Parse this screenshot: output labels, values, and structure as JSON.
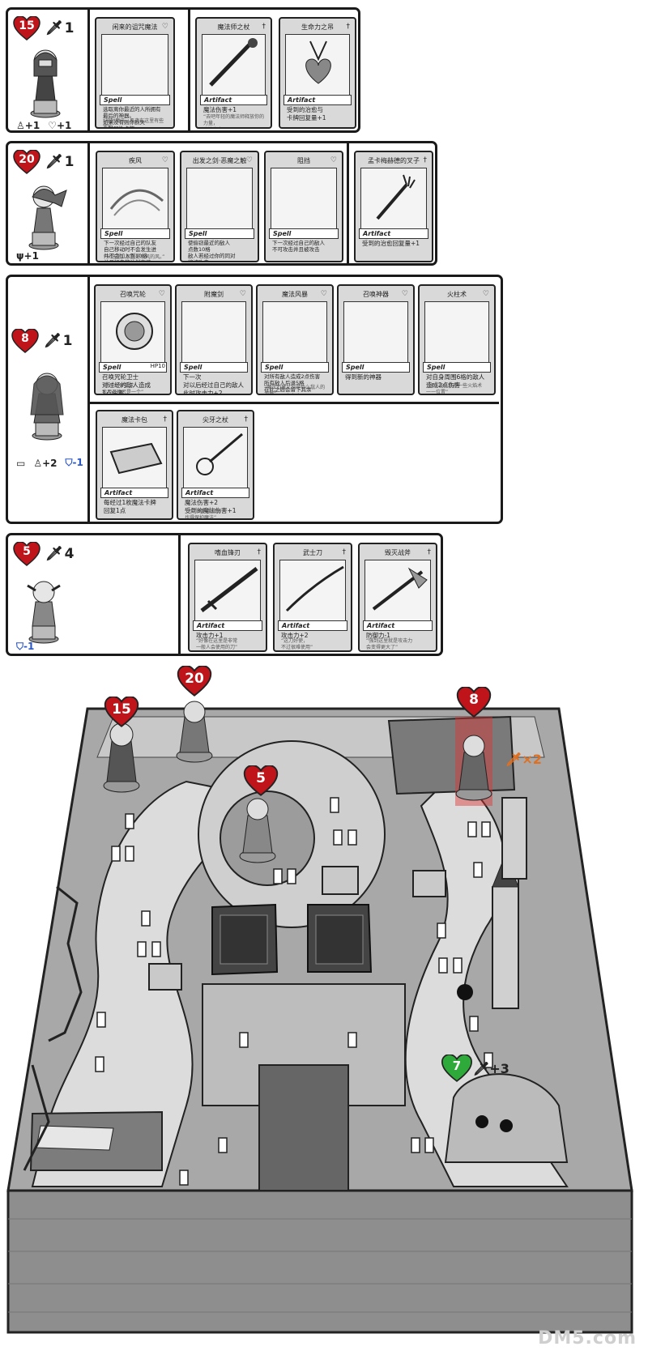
{
  "players": [
    {
      "hp": "15",
      "attack": "1",
      "bonuses": [
        {
          "text": "+1",
          "type": "atk"
        },
        {
          "text": "+1",
          "type": "heal"
        }
      ],
      "cards": [
        {
          "title": "闲来的诅咒魔法",
          "type": "Spell",
          "desc": "选取离你最近的人所拥有\n最后的神器。\n如果没有则你损失\n一张属性卡牌。",
          "quote": "“被封魔法，恶夫在这里有些害怕，\n遗迹有没有一个。”"
        },
        {
          "title": "魔法师之杖",
          "type": "Artifact",
          "desc": "魔法伤害+1",
          "quote": "“去吧年轻的魔法师释放你的力量，\n魔法之力。”"
        },
        {
          "title": "生命力之吊",
          "type": "Artifact",
          "desc": "受到的治愈与\n卡牌回复量+1",
          "quote": ""
        }
      ]
    },
    {
      "hp": "20",
      "attack": "1",
      "bonuses": [
        {
          "text": "+1",
          "type": "heal"
        }
      ],
      "cards": [
        {
          "title": "疾风",
          "type": "Spell",
          "desc": "下一次经过自己的队友\n自己移动时不会发生进\n并不会加入到10格\n并且行走的计划事情",
          "quote": "“从这里，那里是疾风的风。”"
        },
        {
          "title": "出发之剑·恶魔之触",
          "type": "Spell",
          "desc": "使偷窃最近的敌人\n点数10格\n敌人若经过你的同对\n将被攻击",
          "quote": ""
        },
        {
          "title": "阻挡",
          "type": "Spell",
          "desc": "下一次经过自己的敌人\n不可攻击并且被攻击",
          "quote": ""
        },
        {
          "title": "孟卡梅赫德的叉子",
          "type": "Artifact",
          "desc": "受到的治愈回复量+1",
          "quote": ""
        }
      ]
    },
    {
      "hp": "8",
      "attack": "1",
      "bonuses": [
        {
          "text": "",
          "type": "book"
        },
        {
          "text": "+2",
          "type": "magic"
        },
        {
          "text": "-1",
          "type": "shield",
          "neg": true
        }
      ],
      "cards": [
        {
          "title": "召唤咒轮",
          "type": "Spell",
          "hp": "HP10",
          "desc": "召唤咒轮卫士\n对过经的敌人造成\n1点伤害",
          "quote": "“勇卡上帝要求\n我用召唤咒是一个”"
        },
        {
          "title": "附魔剑",
          "type": "Spell",
          "desc": "下一次\n对以后经过自己的敌人\n此时攻击力+2",
          "quote": ""
        },
        {
          "title": "魔法风暴",
          "type": "Spell",
          "desc": "对所有敌人造成2点伤害\n所有敌人后退5格\n在此之后会留下其余\n此时可以攻击自己",
          "quote": "“魔法力量又说是什么敌人的力量”\n——无限之音"
        },
        {
          "title": "召唤神器",
          "type": "Spell",
          "desc": "得到新的神器",
          "quote": ""
        },
        {
          "title": "火柱术",
          "type": "Spell",
          "desc": "对自身周围6格的敌人\n造成2点伤害",
          "quote": "“好不容易准备一些火焰术\n一一位置”"
        },
        {
          "title": "魔法卡包",
          "type": "Artifact",
          "desc": "每经过1枚魔法卡牌\n回复1点",
          "quote": ""
        },
        {
          "title": "尖牙之杖",
          "type": "Artifact",
          "desc": "魔法伤害+2\n受到的魔法伤害+1",
          "quote": "“为了保护魔法师，\n也得保护魔法”"
        }
      ]
    },
    {
      "hp": "5",
      "attack": "4",
      "bonuses": [
        {
          "text": "-1",
          "type": "shield",
          "neg": true
        }
      ],
      "cards": [
        {
          "title": "嗜血锋刃",
          "type": "Artifact",
          "desc": "攻击力+1",
          "quote": "“好像在这里是非常\n一般人会使用的刀”"
        },
        {
          "title": "武士刀",
          "type": "Artifact",
          "desc": "攻击力+2",
          "quote": "“这刀好使，\n不过很难使用”"
        },
        {
          "title": "毁灭战斧",
          "type": "Artifact",
          "desc": "防御力-1",
          "quote": "“强到这里就是攻击力\n会变得更大了”"
        }
      ]
    }
  ],
  "board": {
    "markers": [
      {
        "hp": "15"
      },
      {
        "hp": "20"
      },
      {
        "hp": "5"
      },
      {
        "hp": "8"
      },
      {
        "hp": "7"
      }
    ],
    "p8_attack_bonus": "×2",
    "p7_attack_bonus": "+3"
  },
  "colors": {
    "heart": "#c0141b",
    "heart_green": "#2eaa3a",
    "magic_blue": "#2a56c6",
    "orange": "#e07020"
  },
  "icons": {
    "sword": "sword-icon",
    "heal": "fork-heal-icon",
    "magic": "magic-staff-icon",
    "shield": "shield-icon",
    "book": "book-icon"
  },
  "watermark": "DM5.com"
}
